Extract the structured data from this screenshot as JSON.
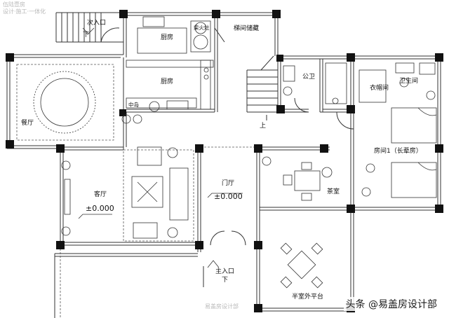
{
  "rooms": {
    "second_entrance": "次入口",
    "kitchen_upper": "厨房",
    "stove": "柴火灶",
    "stair_storage": "梯间储藏",
    "kitchen_lower": "厨房",
    "island": "中岛",
    "public_bath": "公卫",
    "wardrobe": "衣帽间",
    "bathroom": "卫生间",
    "dining": "餐厅",
    "bedroom": "房间1（长辈房）",
    "living": "客厅",
    "foyer": "门厅",
    "tea_room": "茶室",
    "main_entrance": "主入口",
    "terrace": "半室外平台"
  },
  "levels": {
    "living": "±0.000",
    "foyer": "±0.000"
  },
  "markers": {
    "down_entry": "下",
    "down_main": "下",
    "stair_up": "上"
  },
  "watermarks": {
    "top_left_1": "伍陆壹房",
    "top_left_2": "设计·施工·一体化",
    "bottom_center": "易盖房设计部"
  },
  "credit": "头条 @易盖房设计部",
  "colors": {
    "wall": "#111111",
    "line": "#333333",
    "dash": "#555555"
  }
}
